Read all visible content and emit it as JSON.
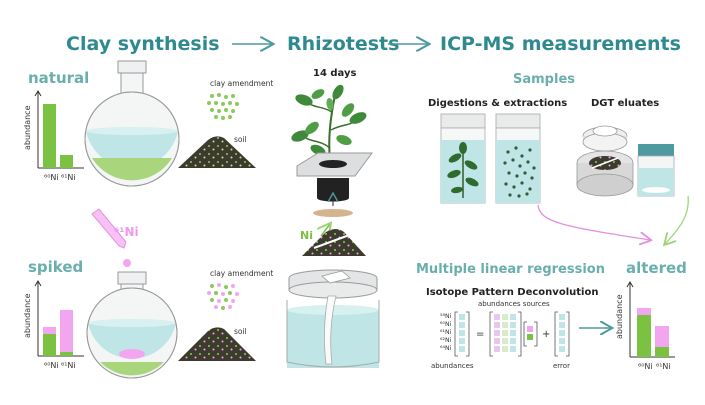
{
  "header": {
    "step1": "Clay synthesis",
    "step2": "Rhizotests",
    "step3": "ICP-MS measurements"
  },
  "clay": {
    "natural_label": "natural",
    "spiked_label": "spiked",
    "axis_label": "abundance",
    "natural_ticks": [
      "⁶⁰Ni",
      "⁶¹Ni"
    ],
    "spiked_ticks": [
      "⁶⁰Ni",
      "⁶¹Ni"
    ],
    "amendment_label_1": "clay amendment",
    "amendment_label_2": "clay amendment",
    "soil_label_1": "soil",
    "soil_label_2": "soil",
    "spike_isotope": "⁶¹Ni"
  },
  "rhizo": {
    "duration": "14 days",
    "ni_label": "Ni"
  },
  "samples": {
    "title": "Samples",
    "digestions": "Digestions & extractions",
    "dgt": "DGT eluates"
  },
  "mlr": {
    "title": "Multiple linear regression",
    "ipd": "Isotope Pattern Deconvolution",
    "abund_sources": "abundances sources",
    "isotopes": [
      "⁵⁸Ni",
      "⁶⁰Ni",
      "⁶¹Ni",
      "⁶²Ni",
      "⁶⁴Ni"
    ],
    "abundances": "abundances",
    "error": "error",
    "eq": "=",
    "plus": "+"
  },
  "altered": {
    "title": "altered",
    "axis_label": "abundance",
    "ticks": [
      "⁶⁰Ni",
      "⁶¹Ni"
    ]
  },
  "colors": {
    "teal": "#3c8f95",
    "teal_light": "#6aaeae",
    "green": "#7cc242",
    "pink": "#f3a6f0",
    "soil": "#3d3a2e",
    "water": "#bfe5e6"
  }
}
